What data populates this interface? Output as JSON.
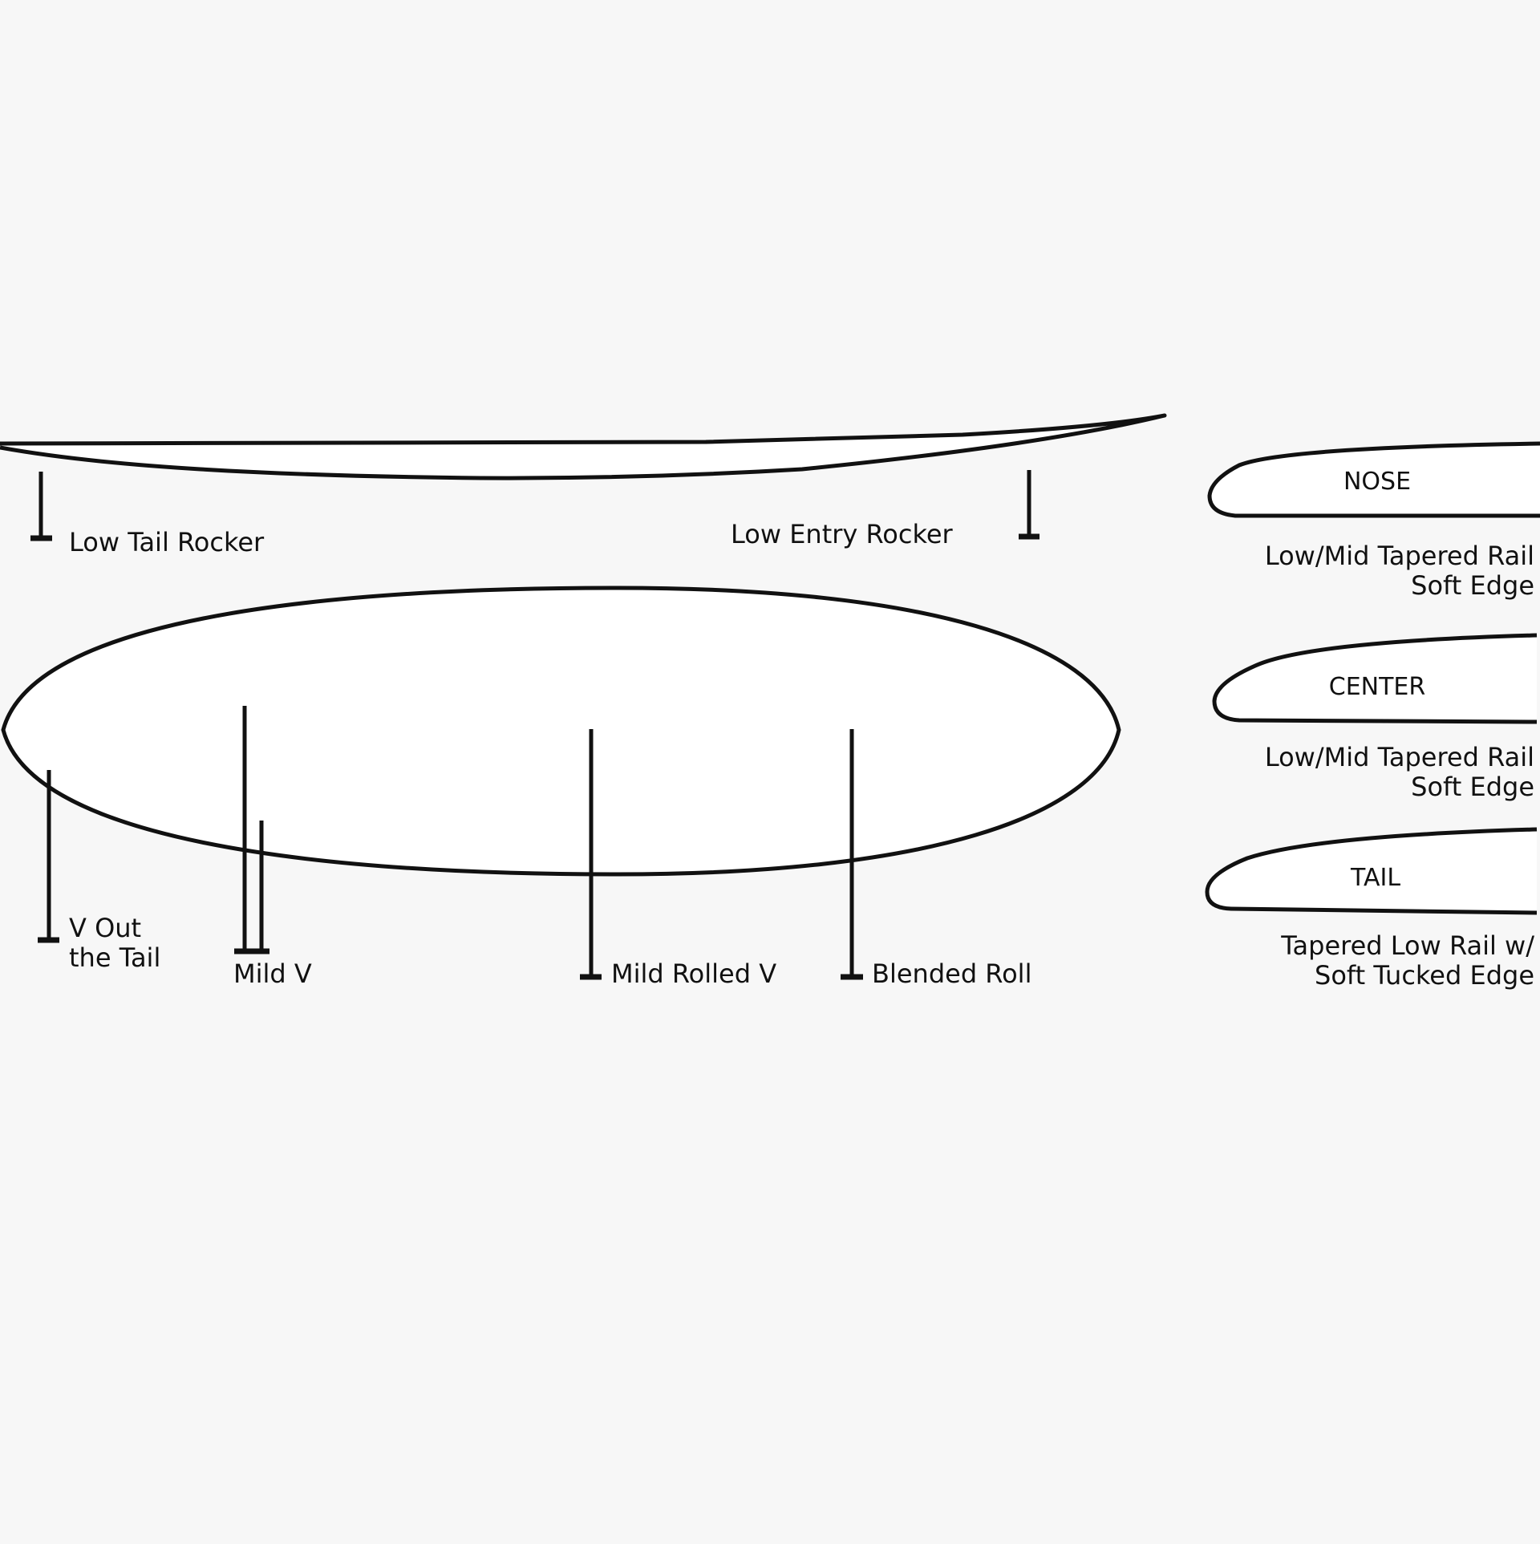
{
  "colors": {
    "background": "#f7f7f7",
    "stroke": "#111111",
    "fill": "#ffffff"
  },
  "rocker": {
    "tail_label": "Low Tail Rocker",
    "entry_label": "Low Entry Rocker"
  },
  "bottom": {
    "v_out_tail_line1": "V Out",
    "v_out_tail_line2": "the Tail",
    "mild_v": "Mild V",
    "mild_rolled_v": "Mild Rolled V",
    "blended_roll": "Blended Roll"
  },
  "rails": {
    "nose": {
      "title": "NOSE",
      "line1": "Low/Mid Tapered Rail",
      "line2": "Soft Edge"
    },
    "center": {
      "title": "CENTER",
      "line1": "Low/Mid Tapered Rail",
      "line2": "Soft Edge"
    },
    "tail": {
      "title": "TAIL",
      "line1": "Tapered Low Rail w/",
      "line2": "Soft Tucked Edge"
    }
  }
}
